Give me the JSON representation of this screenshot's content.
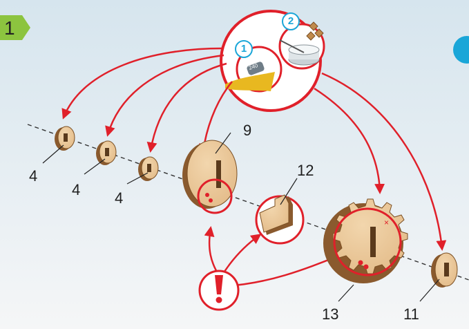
{
  "step": {
    "number": "1"
  },
  "tools": {
    "sandpaper_badge": "1",
    "glue_badge": "2",
    "sandpaper_grit": "240"
  },
  "part_labels": [
    "4",
    "4",
    "4",
    "9",
    "12",
    "13",
    "11"
  ],
  "colors": {
    "background_top": "#dbe8ef",
    "background_bottom": "#f4f6f7",
    "arrow_red": "#e0202a",
    "badge_green": "#8cc43f",
    "info_blue": "#1aa6d8",
    "wood_face": "#eac79a",
    "wood_edge": "#8a5a2e"
  },
  "icons": [
    "step-badge",
    "sandpaper-icon",
    "glue-icon",
    "warning-exclamation-icon"
  ]
}
